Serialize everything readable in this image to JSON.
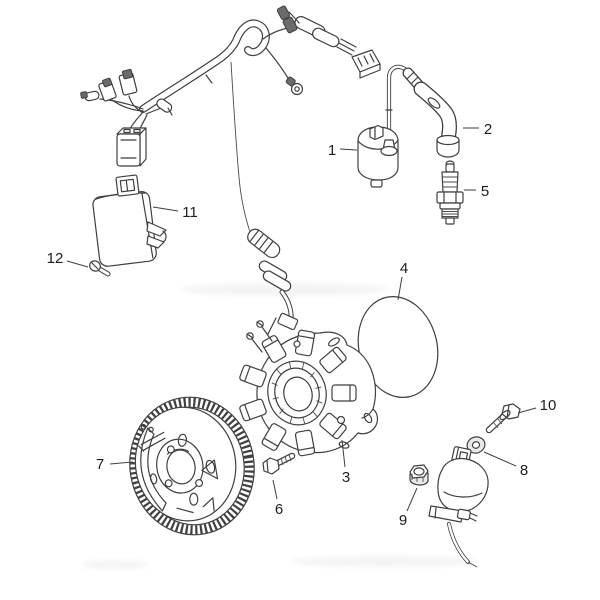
{
  "diagram": {
    "kind": "exploded-parts-diagram",
    "background_color": "#ffffff",
    "line_color": "#3f3f3f",
    "label_color": "#1c1c1c",
    "callout_labels": [
      "1",
      "2",
      "3",
      "4",
      "5",
      "6",
      "7",
      "8",
      "9",
      "10",
      "11",
      "12"
    ]
  }
}
